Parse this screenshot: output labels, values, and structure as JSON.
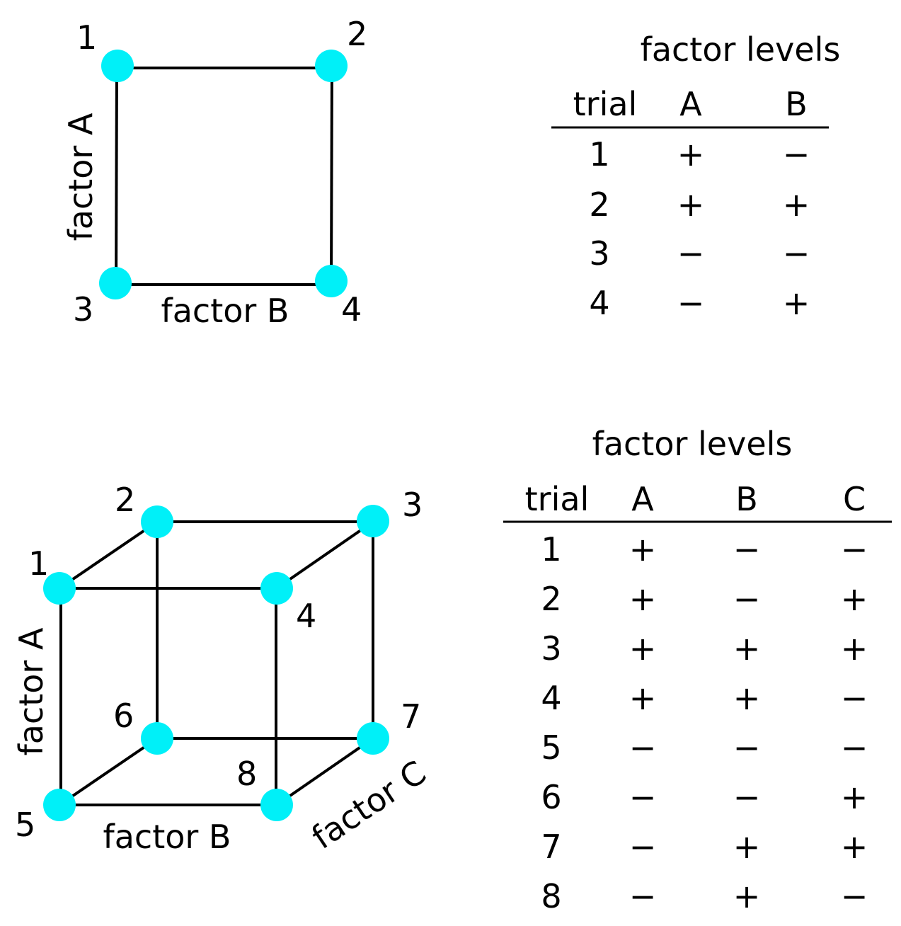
{
  "colors": {
    "node": "#00f0f8",
    "line": "#000000",
    "text": "#000000"
  },
  "square": {
    "vertex_labels": [
      "1",
      "2",
      "3",
      "4"
    ],
    "axis_a": "factor A",
    "axis_b": "factor B"
  },
  "table_2": {
    "title": "factor levels",
    "headers": [
      "trial",
      "A",
      "B"
    ],
    "rows": [
      [
        "1",
        "+",
        "−"
      ],
      [
        "2",
        "+",
        "+"
      ],
      [
        "3",
        "−",
        "−"
      ],
      [
        "4",
        "−",
        "+"
      ]
    ]
  },
  "cube": {
    "vertex_labels": [
      "1",
      "2",
      "3",
      "4",
      "5",
      "6",
      "7",
      "8"
    ],
    "axis_a": "factor A",
    "axis_b": "factor B",
    "axis_c": "factor C"
  },
  "table_3": {
    "title": "factor levels",
    "headers": [
      "trial",
      "A",
      "B",
      "C"
    ],
    "rows": [
      [
        "1",
        "+",
        "−",
        "−"
      ],
      [
        "2",
        "+",
        "−",
        "+"
      ],
      [
        "3",
        "+",
        "+",
        "+"
      ],
      [
        "4",
        "+",
        "+",
        "−"
      ],
      [
        "5",
        "−",
        "−",
        "−"
      ],
      [
        "6",
        "−",
        "−",
        "+"
      ],
      [
        "7",
        "−",
        "+",
        "+"
      ],
      [
        "8",
        "−",
        "+",
        "−"
      ]
    ]
  }
}
